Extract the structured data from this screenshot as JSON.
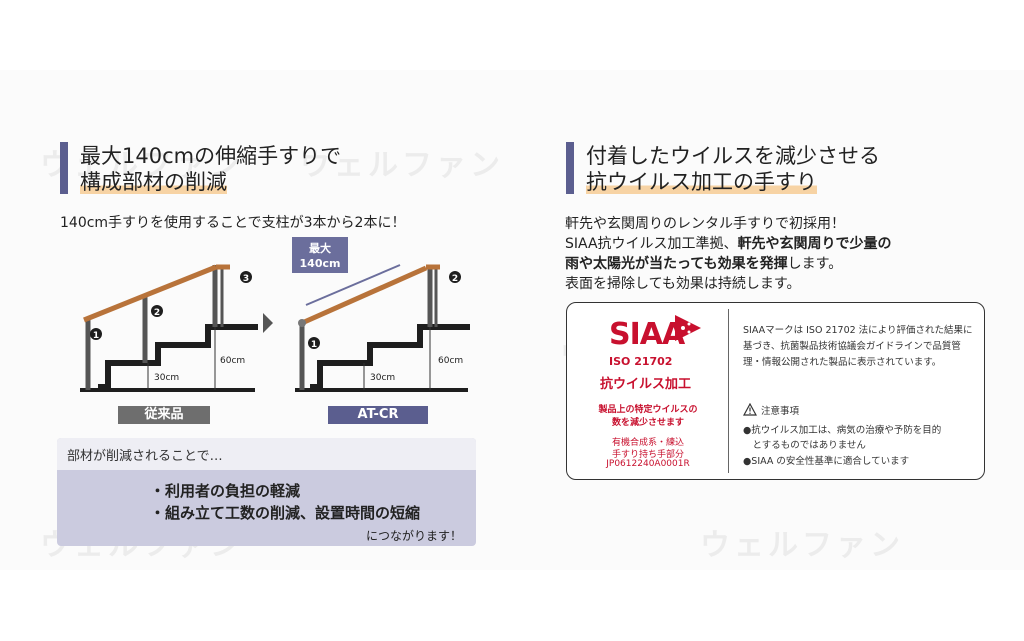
{
  "left": {
    "heading_line1": "最大140cmの伸縮手すりで",
    "heading_line2": "構成部材の削減",
    "lead": "140cm手すりを使用することで支柱が3本から2本に！",
    "diagram": {
      "old_posts": [
        "1",
        "2",
        "3"
      ],
      "new_posts": [
        "1",
        "2"
      ],
      "max_label_1": "最大",
      "max_label_2": "140cm",
      "step_30": "30cm",
      "step_60": "60cm",
      "tag_old": "従来品",
      "tag_new": "AT-CR"
    },
    "summary": {
      "head": "部材が削減されることで…",
      "items": [
        "・利用者の負担の軽減",
        "・組み立て工数の削減、設置時間の短縮"
      ],
      "foot": "につながります！"
    }
  },
  "right": {
    "heading_line1": "付着したウイルスを減少させる",
    "heading_line2": "抗ウイルス加工の手すり",
    "line1": "軒先や玄関周りのレンタル手すりで初採用！",
    "line2_a": "SIAA抗ウイルス加工準拠、",
    "line2_b": "軒先や玄関周りで少量の",
    "line3_a": "雨や太陽光が当たっても効果を発揮",
    "line3_b": "します。",
    "line4": "表面を掃除しても効果は持続します。",
    "siaa": {
      "logo": "SIAA",
      "iso": "ISO 21702",
      "label": "抗ウイルス加工",
      "red1": "製品上の特定ウイルスの",
      "red2": "数を減少させます",
      "red3": "有機合成系・練込",
      "red4": "手すり持ち手部分",
      "red5": "JP0612240A0001R",
      "desc": "SIAAマークは ISO 21702 法により評価された結果に基づき、抗菌製品技術協議会ガイドラインで品質管理・情報公開された製品に表示されています。",
      "caution": "注意事項",
      "note1a": "●抗ウイルス加工は、病気の治療や予防を目的",
      "note1b": "　とするものではありません",
      "note2": "●SIAA の安全性基準に適合しています"
    }
  },
  "watermark": "ウェルファン",
  "colors": {
    "accent": "#5b5e8f",
    "underline": "#f7d3a4",
    "tag_old": "#6e6e6e",
    "tag_new": "#5b5e8f",
    "rail": "#b8733a",
    "siaa_red": "#c8102e"
  }
}
